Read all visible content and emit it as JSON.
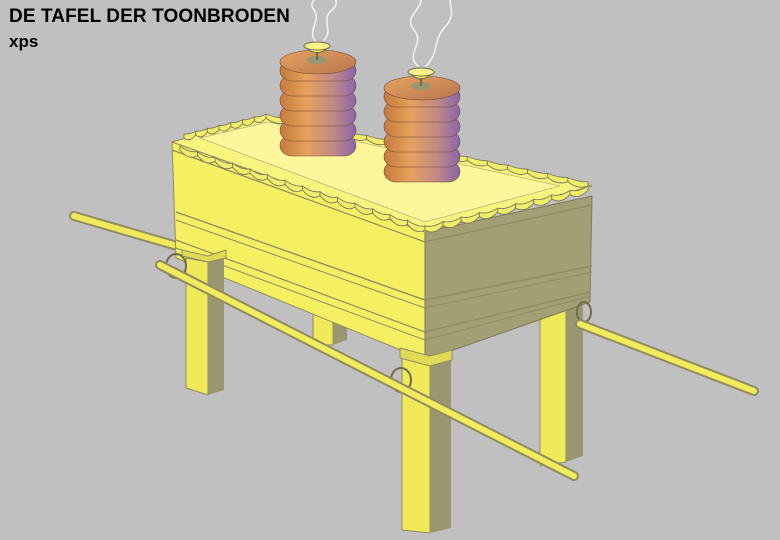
{
  "title": "DE TAFEL DER TOONBRODEN",
  "subtitle": "xps",
  "colors": {
    "background": "#c0c0c0",
    "gold_light": "#f6f17a",
    "gold_mid": "#e8e35a",
    "gold_shadow": "#9a9770",
    "gold_dark": "#7d7a5c",
    "bread_light": "#e0a25a",
    "bread_dark": "#8c68a8",
    "smoke": "#f2f2f2"
  },
  "objects": [
    {
      "name": "table-top",
      "icon": "table-top"
    },
    {
      "name": "table-legs",
      "icon": "table-leg"
    },
    {
      "name": "carrying-poles",
      "icon": "pole"
    },
    {
      "name": "bread-stack-left",
      "icon": "bread-stack",
      "loaves": 6
    },
    {
      "name": "bread-stack-right",
      "icon": "bread-stack",
      "loaves": 6
    },
    {
      "name": "incense-cups",
      "icon": "incense-cup",
      "count": 2
    }
  ]
}
